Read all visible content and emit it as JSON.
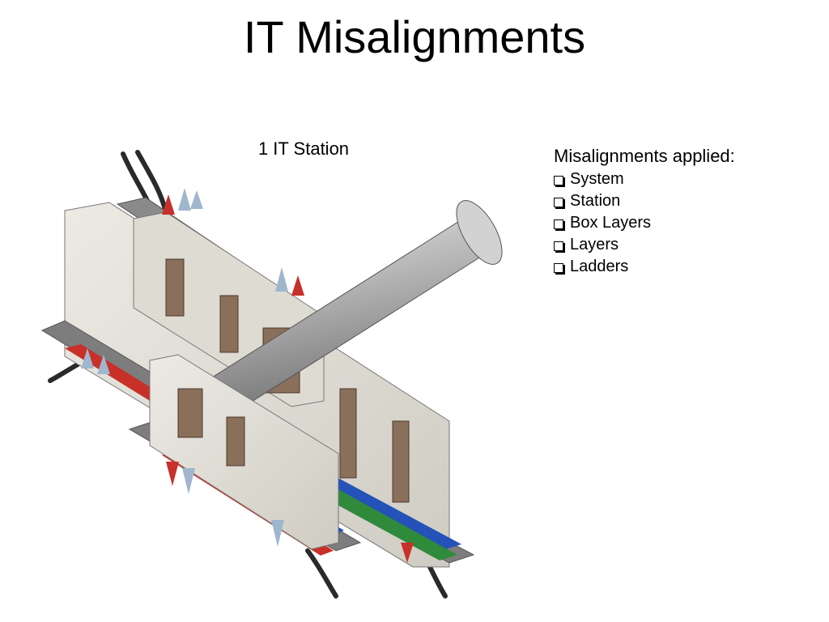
{
  "slide": {
    "title": "IT Misalignments"
  },
  "figure": {
    "caption": "1 IT Station",
    "image_icon": "detector-station-illustration"
  },
  "bullets": {
    "heading": "Misalignments applied:",
    "items": [
      "System",
      "Station",
      "Box Layers",
      "Layers",
      "Ladders"
    ]
  },
  "colors": {
    "box": "#e3e1da",
    "beampipe": "#a8a8a8",
    "sensor_red": "#c8302a",
    "sensor_blue": "#2452b8",
    "sensor_green": "#2f8a3c",
    "cable": "#2a2a2a",
    "plate": "#7d7d7d"
  }
}
